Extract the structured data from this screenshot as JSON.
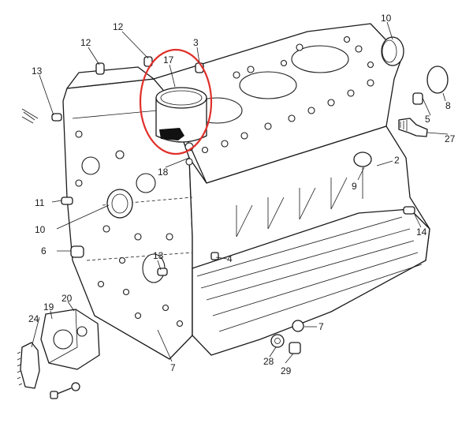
{
  "diagram": {
    "highlight_color": "#e0302a",
    "line_color": "#1a1a1a",
    "labels": [
      {
        "id": "l10a",
        "text": "10"
      },
      {
        "id": "l12a",
        "text": "12"
      },
      {
        "id": "l12b",
        "text": "12"
      },
      {
        "id": "l3",
        "text": "3"
      },
      {
        "id": "l17",
        "text": "17"
      },
      {
        "id": "l13a",
        "text": "13"
      },
      {
        "id": "l8",
        "text": "8"
      },
      {
        "id": "l5",
        "text": "5"
      },
      {
        "id": "l27",
        "text": "27"
      },
      {
        "id": "l18",
        "text": "18"
      },
      {
        "id": "l2",
        "text": "2"
      },
      {
        "id": "l9",
        "text": "9"
      },
      {
        "id": "l11",
        "text": "11"
      },
      {
        "id": "l10b",
        "text": "10"
      },
      {
        "id": "l14",
        "text": "14"
      },
      {
        "id": "l6",
        "text": "6"
      },
      {
        "id": "l13b",
        "text": "13"
      },
      {
        "id": "l4",
        "text": "4"
      },
      {
        "id": "l19",
        "text": "19"
      },
      {
        "id": "l20",
        "text": "20"
      },
      {
        "id": "l24",
        "text": "24"
      },
      {
        "id": "l7a",
        "text": "7"
      },
      {
        "id": "l7b",
        "text": "7"
      },
      {
        "id": "l28",
        "text": "28"
      },
      {
        "id": "l29",
        "text": "29"
      }
    ]
  }
}
